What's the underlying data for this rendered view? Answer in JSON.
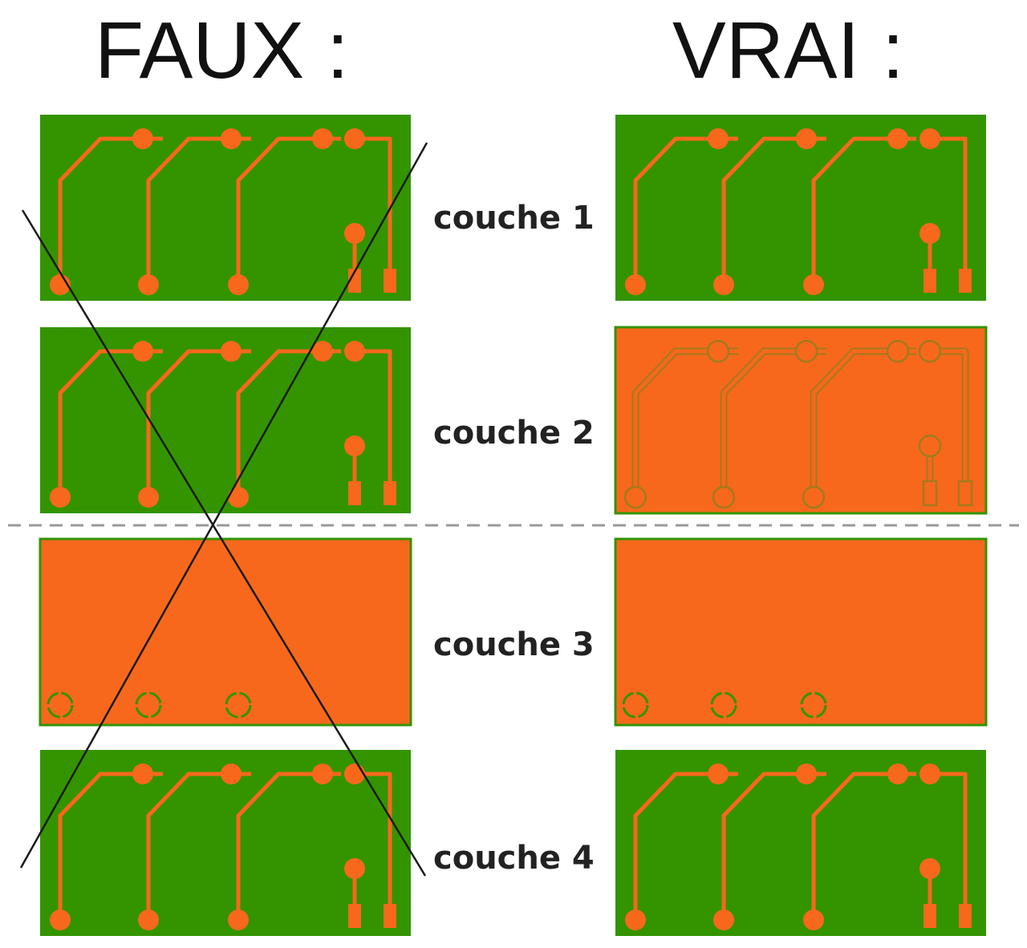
{
  "headings": {
    "wrong": "FAUX :",
    "right": "VRAI :"
  },
  "layers": [
    {
      "label": "couche 1"
    },
    {
      "label": "couche 2"
    },
    {
      "label": "couche 3"
    },
    {
      "label": "couche 4"
    }
  ],
  "colors": {
    "board_green": "#339400",
    "copper_orange": "#f7681c",
    "outline_orange": "#a37a1c",
    "cross_line": "#1a1a1a",
    "separator": "#999999"
  },
  "columns": [
    {
      "name": "faux",
      "layer_types": [
        "signal",
        "signal",
        "plane-with-clearances",
        "signal"
      ],
      "crossed_out": true
    },
    {
      "name": "vrai",
      "layer_types": [
        "signal",
        "plane-with-trace-outlines",
        "plane-with-clearances",
        "signal"
      ],
      "crossed_out": false
    }
  ]
}
